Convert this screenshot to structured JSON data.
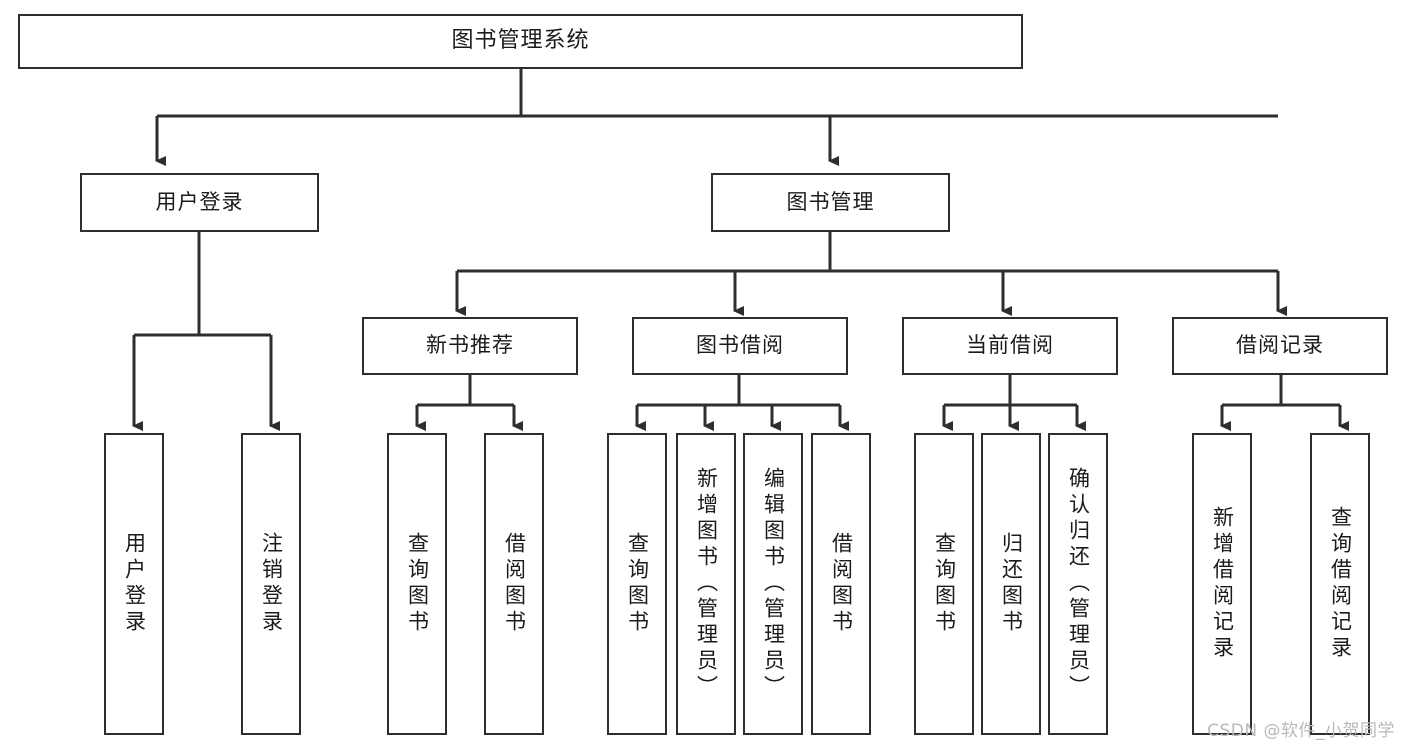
{
  "diagram": {
    "type": "tree",
    "title": "图书管理系统",
    "watermark": "CSDN @软件_小贺同学",
    "colors": {
      "box_border": "#2e2e2e",
      "box_fill": "#ffffff",
      "connector": "#2e2e2e",
      "text": "#1b1b1b",
      "watermark": "#b9b9b9",
      "background": "#ffffff"
    },
    "root": {
      "label": "图书管理系统"
    },
    "level1": [
      {
        "label": "用户登录"
      },
      {
        "label": "图书管理"
      }
    ],
    "level2": [
      {
        "label": "新书推荐"
      },
      {
        "label": "图书借阅"
      },
      {
        "label": "当前借阅"
      },
      {
        "label": "借阅记录"
      }
    ],
    "leaves": {
      "user_login": [
        {
          "label": "用户登录"
        },
        {
          "label": "注销登录"
        }
      ],
      "new_book_recommend": [
        {
          "label": "查询图书"
        },
        {
          "label": "借阅图书"
        }
      ],
      "book_borrow": [
        {
          "label": "查询图书"
        },
        {
          "label": "新增图书（管理员）"
        },
        {
          "label": "编辑图书（管理员）"
        },
        {
          "label": "借阅图书"
        }
      ],
      "current_borrow": [
        {
          "label": "查询图书"
        },
        {
          "label": "归还图书"
        },
        {
          "label": "确认归还（管理员）"
        }
      ],
      "borrow_record": [
        {
          "label": "新增借阅记录"
        },
        {
          "label": "查询借阅记录"
        }
      ]
    }
  }
}
